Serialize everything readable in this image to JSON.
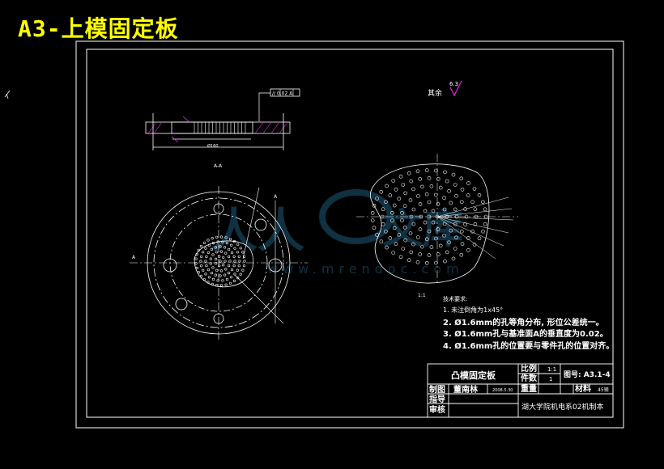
{
  "page_heading": "A3-上模固定板",
  "roughness_symbol": {
    "label": "其余",
    "value": "6.3"
  },
  "tolerance_frame": "// 0.02 A",
  "views": {
    "section_label": "A-A",
    "datum_label": "A",
    "front_view_label": "A",
    "detail_label": "1:1"
  },
  "watermark": {
    "url": "www.mrendoc.com"
  },
  "technical_requirements": {
    "title": "技术要求:",
    "items": [
      "1. 未注倒角为1x45°",
      "2. Ø1.6mm的孔等角分布, 形位公差统一。",
      "3. Ø1.6mm孔与基准面A的垂直度为0.02。",
      "4. Ø1.6mm孔的位置要与零件孔的位置对齐。"
    ]
  },
  "title_block": {
    "part_name": "凸模固定板",
    "scale_label": "比例",
    "scale_value": "1:1",
    "quantity_label": "件数",
    "quantity_value": "1",
    "weight_label": "重量",
    "drawing_no": "图号: A3.1-4",
    "material_label": "材料",
    "material_value": "45钢",
    "drawn_by_label": "制图",
    "drawn_by": "董南林",
    "date": "2008.5.30",
    "guide_label": "指导",
    "review_label": "审核",
    "org": "湖大学院机电系02机制本"
  }
}
